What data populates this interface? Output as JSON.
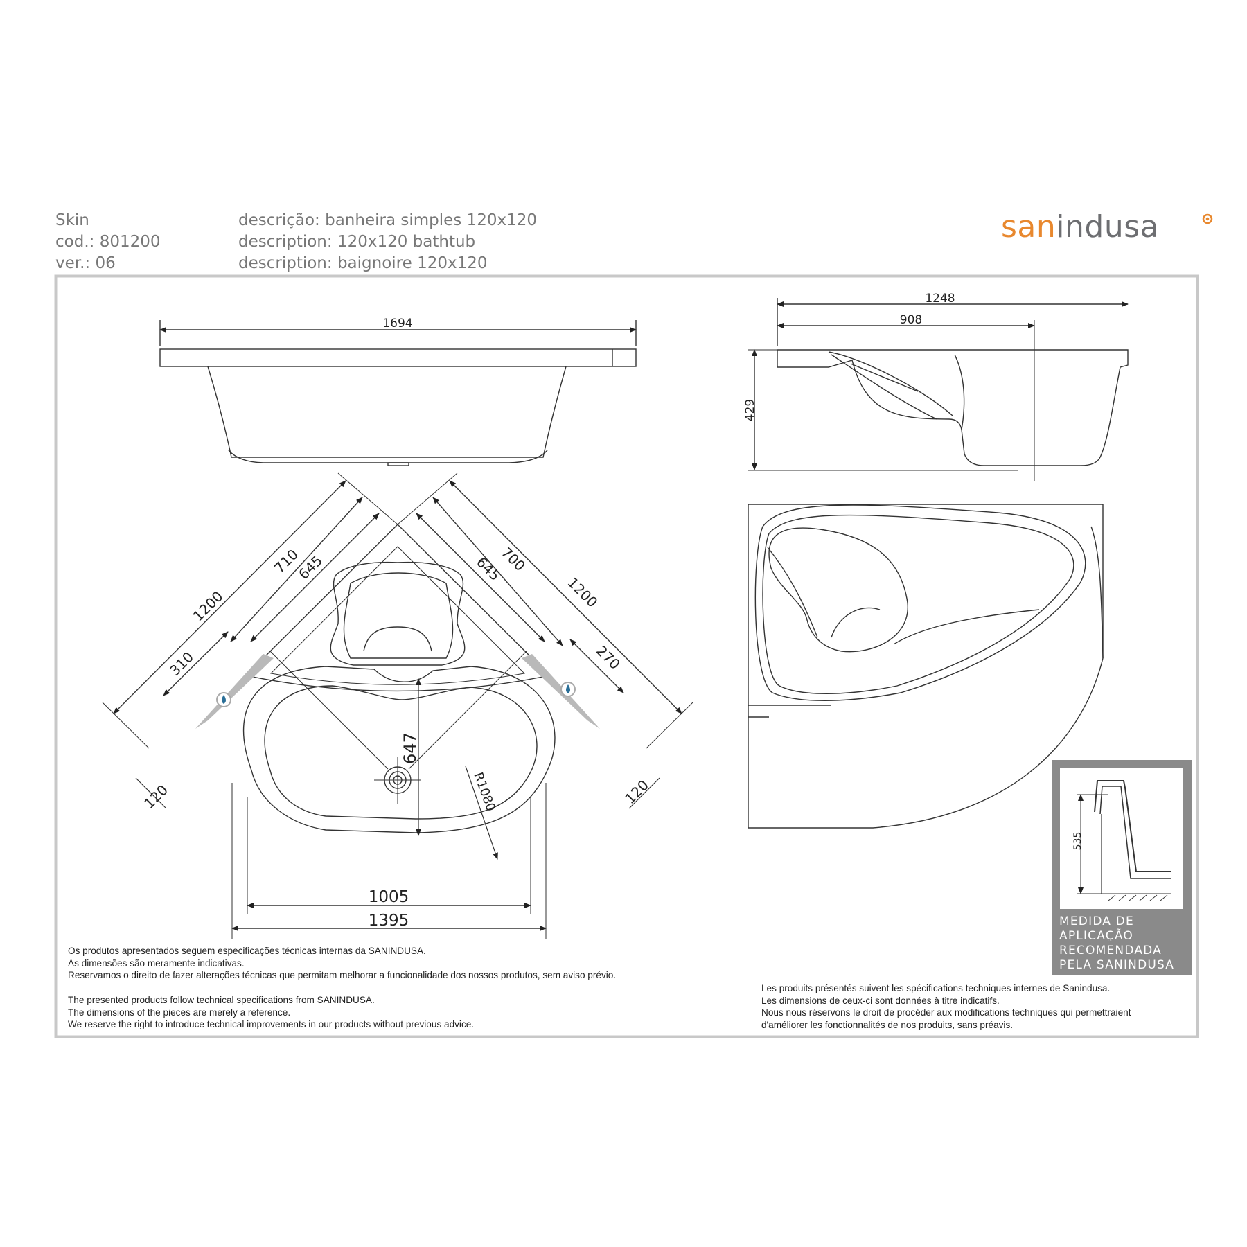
{
  "header": {
    "name": "Skin",
    "code": "cod.: 801200",
    "version": "ver.: 06",
    "desc_pt": "descrição: banheira simples 120x120",
    "desc_en": "description: 120x120 bathtub",
    "desc_fr": "description: baignoire 120x120"
  },
  "logo": {
    "part1": "san",
    "part2": "indusa",
    "accent_color": "#e8882e",
    "text_color": "#6d6e71"
  },
  "dimensions": {
    "front_width": "1694",
    "side_width": "1248",
    "side_inner": "908",
    "side_height": "429",
    "diag_left_outer": "1200",
    "diag_left_mid": "710",
    "diag_left_inner": "645",
    "diag_left_tap": "310",
    "diag_right_outer": "1200",
    "diag_right_mid": "700",
    "diag_right_inner": "645",
    "diag_right_tap": "270",
    "edge_left": "120",
    "edge_right": "120",
    "drain_dist": "647",
    "radius": "R1080",
    "bottom_inner": "1005",
    "bottom_outer": "1395",
    "inset_height": "535"
  },
  "inset": {
    "line1": "MEDIDA DE",
    "line2": "APLICAÇÃO",
    "line3": "RECOMENDADA",
    "line4": "PELA SANINDUSA"
  },
  "notes_pt": [
    "Os produtos apresentados seguem especificações técnicas internas da SANINDUSA.",
    "As dimensões são meramente indicativas.",
    "Reservamos o direito de fazer alterações técnicas que permitam melhorar a funcionalidade dos nossos produtos, sem aviso prévio."
  ],
  "notes_en": [
    "The presented products follow technical specifications from SANINDUSA.",
    "The dimensions of the pieces are merely a reference.",
    "We reserve the right to introduce technical improvements in our products without previous advice."
  ],
  "notes_fr": [
    "Les produits présentés suivent les spécifications techniques internes de Sanindusa.",
    "Les dimensions de ceux-ci sont données à titre indicatifs.",
    "Nous nous réservons le droit de procéder aux modifications techniques qui permettraient",
    "d'améliorer les fonctionnalités de nos produits, sans préavis."
  ]
}
